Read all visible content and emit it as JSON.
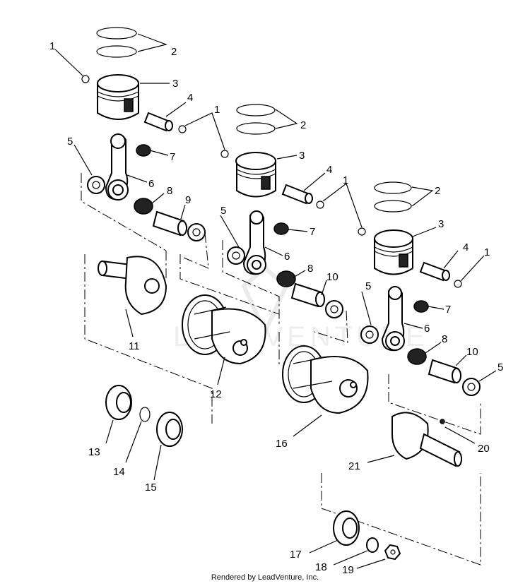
{
  "diagram": {
    "callouts": {
      "c1a": "1",
      "c2a": "2",
      "c3a": "3",
      "c4a": "4",
      "c5a": "5",
      "c6a": "6",
      "c7a": "7",
      "c8a": "8",
      "c9": "9",
      "c1b": "1",
      "c2b": "2",
      "c3b": "3",
      "c4b": "4",
      "c5b": "5",
      "c6b": "6",
      "c7b": "7",
      "c8b": "8",
      "c10b": "10",
      "c1c": "1",
      "c2c": "2",
      "c3c": "3",
      "c4c": "4",
      "c5c": "5",
      "c5d": "5",
      "c6c": "6",
      "c7c": "7",
      "c8c": "8",
      "c10c": "10",
      "c11": "11",
      "c12": "12",
      "c13": "13",
      "c14": "14",
      "c15": "15",
      "c16": "16",
      "c17": "17",
      "c18": "18",
      "c19": "19",
      "c20": "20",
      "c21": "21"
    },
    "footer": "Rendered by LeadVenture, Inc."
  }
}
